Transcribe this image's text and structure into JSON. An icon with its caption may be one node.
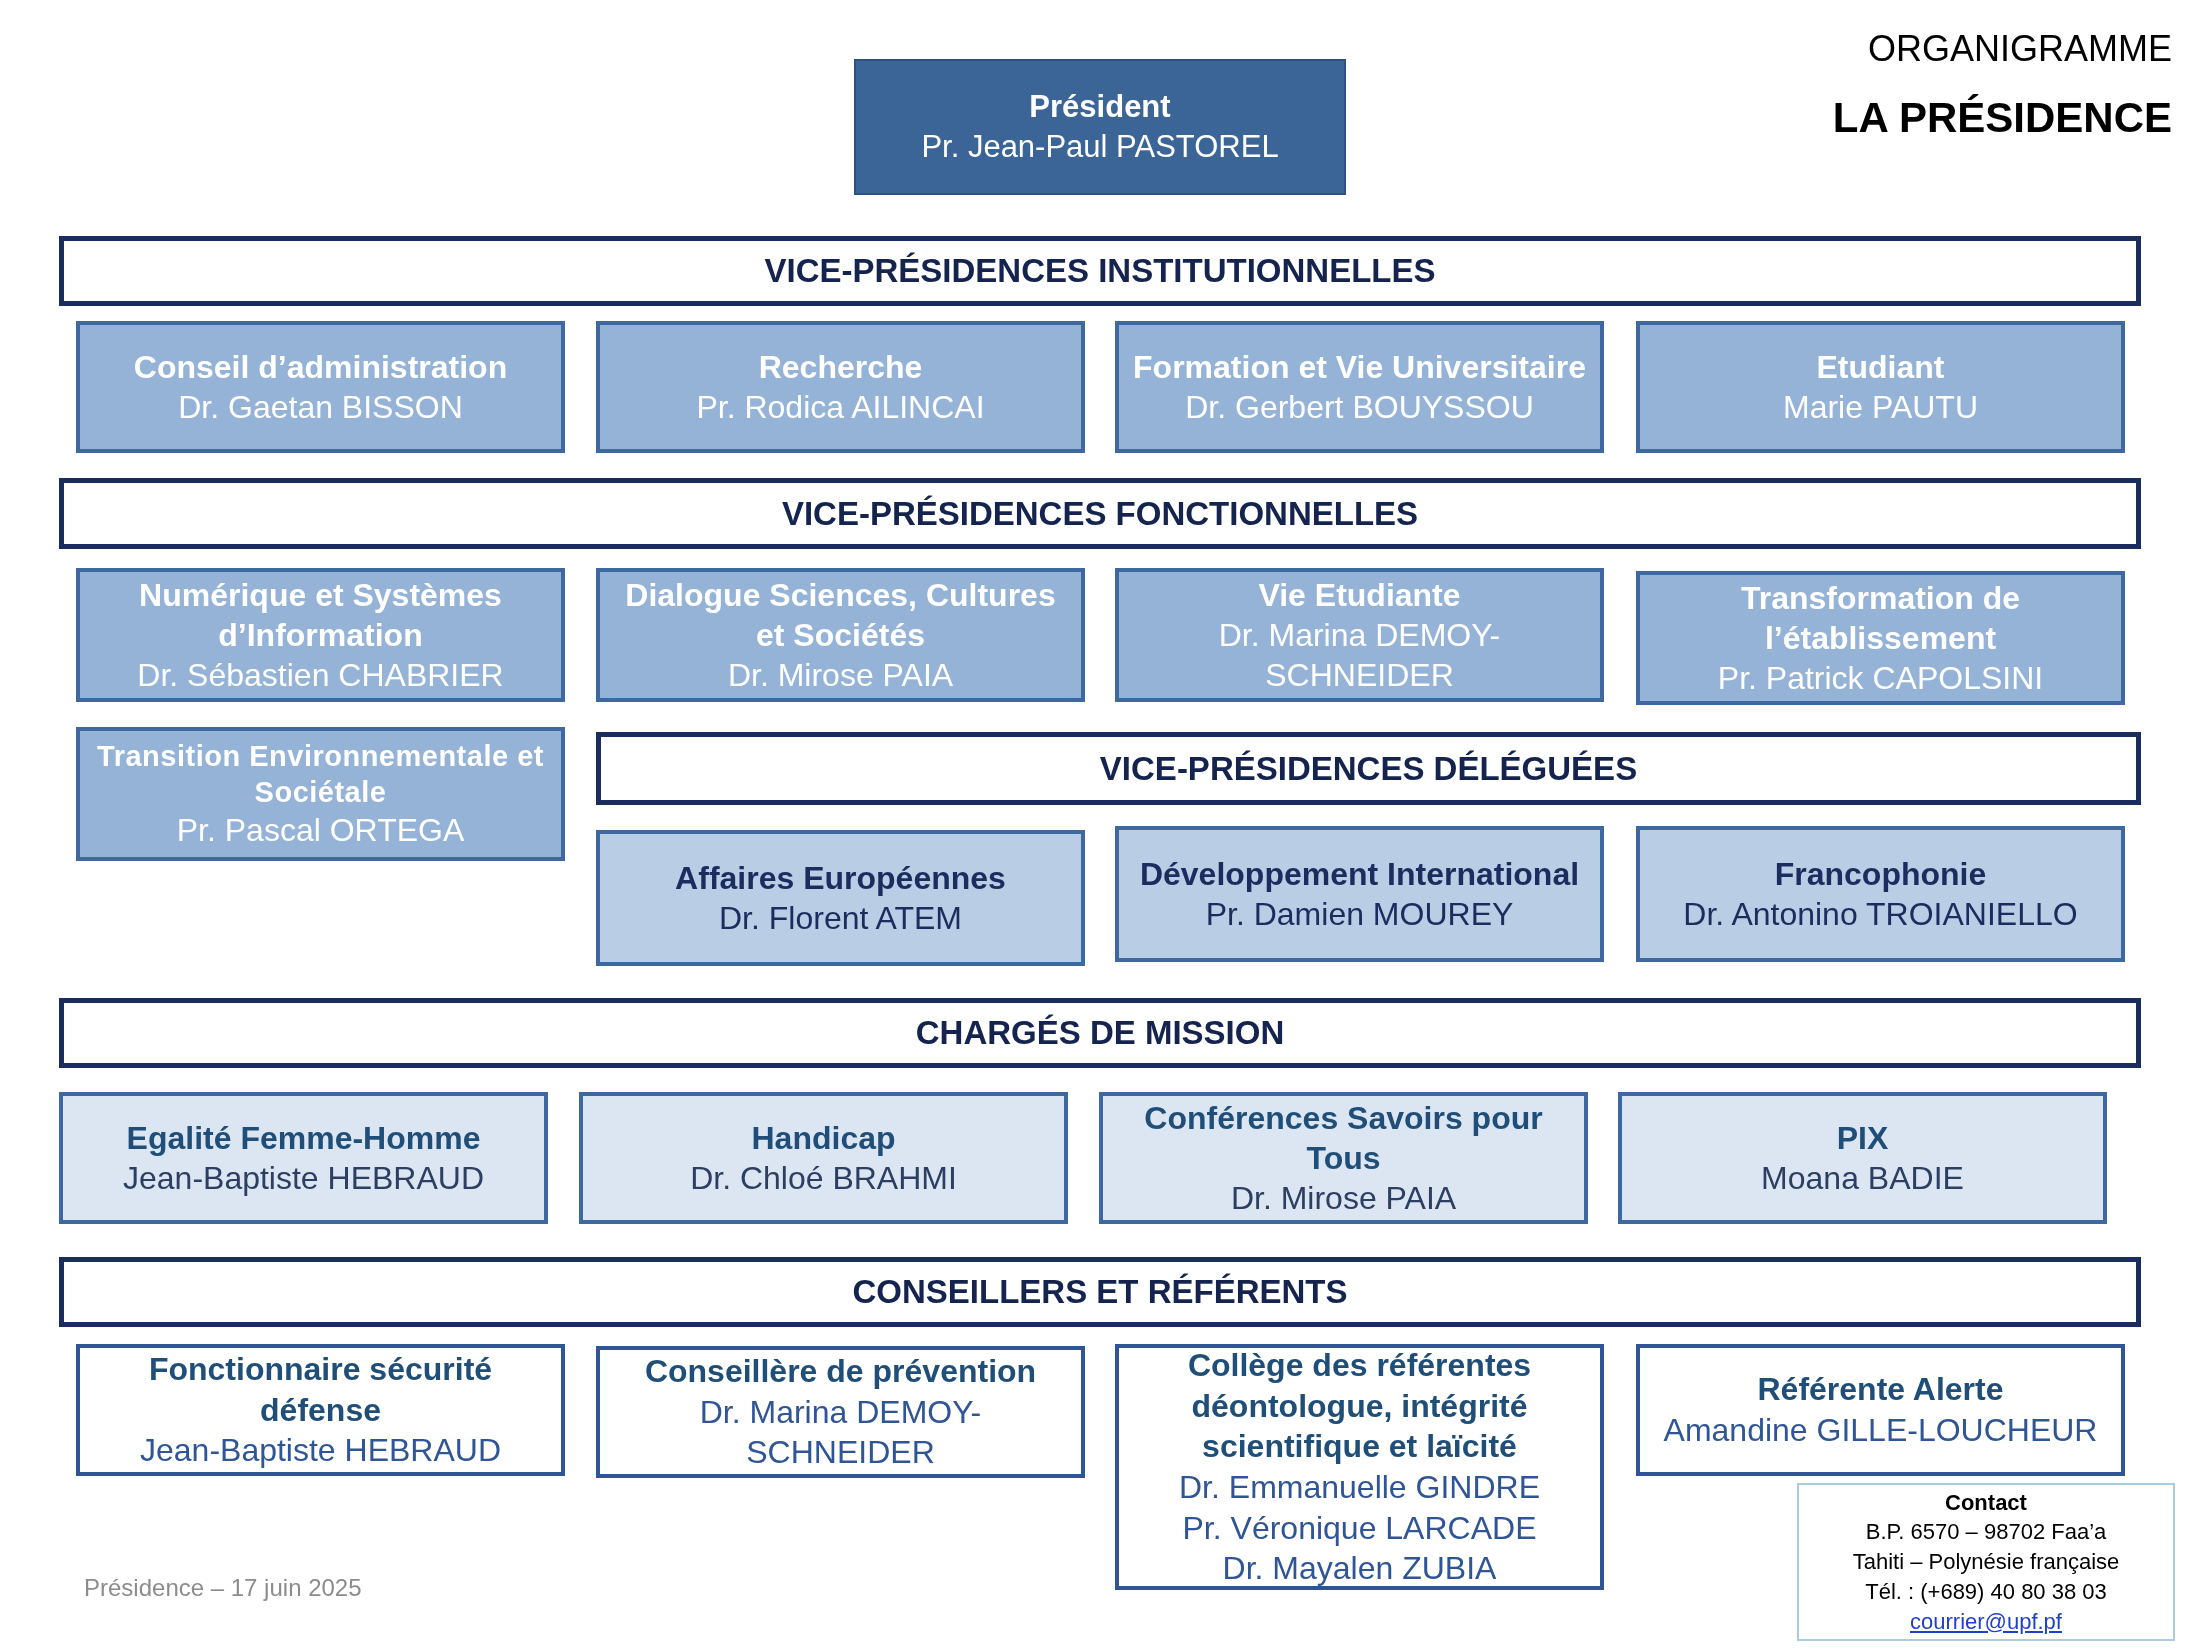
{
  "diagram": {
    "title": "LA PRÉSIDENCE",
    "nodes": [
      {
        "text": [
          "Président",
          "Pr. Jean-Paul PASTOREL"
        ]
      },
      {
        "text": [
          "VICE-PRÉSIDENCES INSTITUTIONNELLES"
        ]
      },
      {
        "text": [
          "Conseil d’administration",
          "Dr. Gaetan BISSON"
        ]
      },
      {
        "text": [
          "Recherche",
          "Pr. Rodica AILINCAI"
        ]
      },
      {
        "text": [
          "Formation et Vie Universitaire",
          "Dr. Gerbert BOUYSSOU"
        ]
      },
      {
        "text": [
          "Etudiant",
          "Marie PAUTU"
        ]
      },
      {
        "text": [
          "VICE-PRÉSIDENCES FONCTIONNELLES"
        ]
      },
      {
        "text": [
          "Numérique et Systèmes d’Information",
          "Dr. Sébastien CHABRIER"
        ]
      },
      {
        "text": [
          "Dialogue Sciences, Cultures et Sociétés",
          "Dr. Mirose PAIA"
        ]
      },
      {
        "text": [
          "Vie Etudiante",
          "Dr. Marina DEMOY-SCHNEIDER"
        ]
      },
      {
        "text": [
          "Transformation de l’établissement",
          "Pr. Patrick CAPOLSINI"
        ]
      },
      {
        "text": [
          "Transition Environnementale et Sociétale",
          "Pr. Pascal ORTEGA"
        ]
      },
      {
        "text": [
          "VICE-PRÉSIDENCES DÉLÉGUÉES"
        ]
      },
      {
        "text": [
          "Affaires Européennes",
          "Dr. Florent ATEM"
        ]
      },
      {
        "text": [
          "Développement International",
          "Pr. Damien MOUREY"
        ]
      },
      {
        "text": [
          "Francophonie",
          "Dr. Antonino TROIANIELLO"
        ]
      },
      {
        "text": [
          "CHARGÉS DE MISSION"
        ]
      },
      {
        "text": [
          "Egalité Femme-Homme",
          "Jean-Baptiste HEBRAUD"
        ]
      },
      {
        "text": [
          "Handicap",
          "Dr. Chloé BRAHMI"
        ]
      },
      {
        "text": [
          "Conférences Savoirs pour Tous",
          "Dr. Mirose PAIA"
        ]
      },
      {
        "text": [
          "PIX",
          "Moana BADIE"
        ]
      },
      {
        "text": [
          "CONSEILLERS ET RÉFÉRENTS"
        ]
      },
      {
        "text": [
          "Fonctionnaire sécurité défense",
          "Jean-Baptiste HEBRAUD"
        ]
      },
      {
        "text": [
          "Conseillère de prévention",
          "Dr. Marina DEMOY-SCHNEIDER"
        ]
      },
      {
        "text": [
          "Collège des référentes déontologue, intégrité scientifique et laïcité",
          "Dr. Emmanuelle GINDRE",
          "Pr. Véronique LARCADE",
          "Dr. Mayalen ZUBIA"
        ]
      },
      {
        "text": [
          "Référente Alerte",
          "Amandine GILLE-LOUCHEUR"
        ]
      },
      {
        "text": [
          "Contact",
          "B.P. 6570 – 98702 Faa’a",
          "Tahiti – Polynésie française",
          "Tél. : (+689) 40 80 38 03",
          "courrier@upf.pf"
        ]
      }
    ],
    "labels": [
      "ORGANIGRAMME",
      "Présidence – 17 juin 2025"
    ]
  }
}
